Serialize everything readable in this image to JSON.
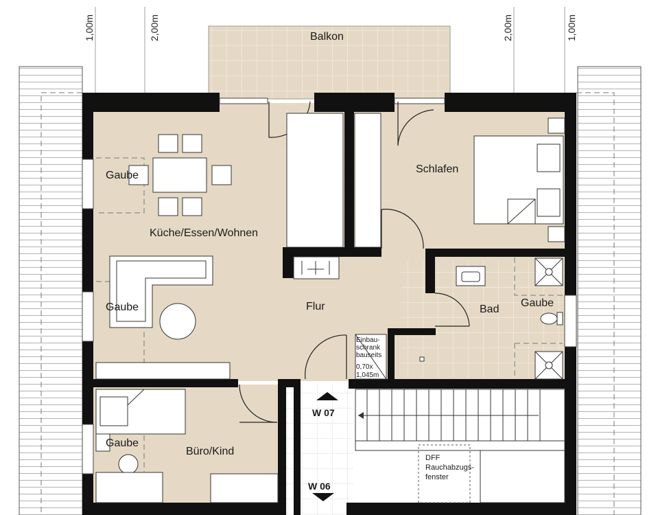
{
  "dimensions": {
    "left_outer": "1,00m",
    "left_inner": "2,00m",
    "right_inner": "2,00m",
    "right_outer": "1,00m"
  },
  "rooms": {
    "balkon": "Balkon",
    "kueche": "Küche/Essen/Wohnen",
    "schlafen": "Schlafen",
    "flur": "Flur",
    "bad": "Bad",
    "buero": "Büro/Kind"
  },
  "gauben": {
    "g1": "Gaube",
    "g2": "Gaube",
    "g3": "Gaube",
    "g4": "Gaube"
  },
  "cabinet_note": [
    "Einbau-",
    "schrank",
    "bauseits",
    "0,70x",
    "1,045m"
  ],
  "dff_note": [
    "DFF",
    "Rauchabzugs-",
    "fenster"
  ],
  "stair_labels": {
    "w07": "W 07",
    "w06": "W 06"
  },
  "colors": {
    "floor": "#e5d9c5",
    "wall": "#111111",
    "tile_grid": "#f2ece1",
    "roof_hatch": "#555555"
  }
}
